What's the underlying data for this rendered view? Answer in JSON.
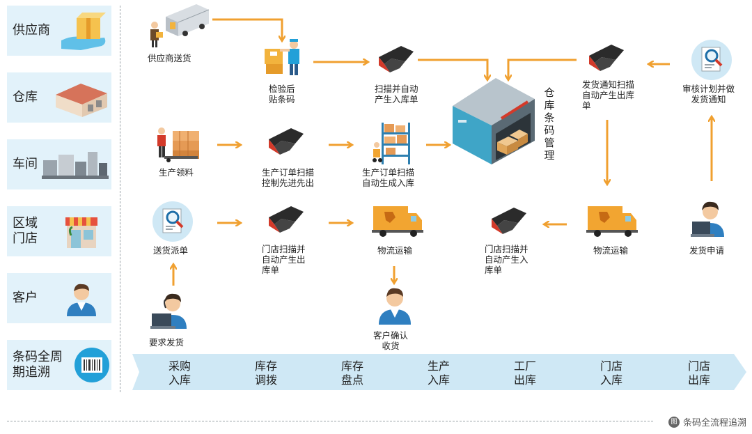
{
  "categories": [
    {
      "label": "供应商",
      "icon": "hand-box-icon"
    },
    {
      "label": "仓库",
      "icon": "warehouse-building-icon"
    },
    {
      "label": "车间",
      "icon": "factory-machinery-icon"
    },
    {
      "label": "区域\n门店",
      "icon": "storefront-icon"
    },
    {
      "label": "客户",
      "icon": "customer-person-icon"
    },
    {
      "label": "条码全周\n期追溯",
      "icon": "barcode-circle-icon"
    }
  ],
  "nodes": {
    "supplier_delivery": "供应商送货",
    "inspect_label": "检验后\n贴条码",
    "scan_inbound": "扫描并自动\n产生入库单",
    "warehouse_center": "仓\n库\n条\n码\n管\n理",
    "ship_notice_scan": "发货通知扫描\n自动产生出库\n单",
    "review_plan": "审核计划并做\n发货通知",
    "production_pick": "生产领料",
    "order_scan_fifo": "生产订单扫描\n控制先进先出",
    "order_scan_inbound": "生产订单扫描\n自动生成入库",
    "delivery_dispatch": "送货派单",
    "store_scan_outbound": "门店扫描并\n自动产生出\n库单",
    "logistics_left": "物流运输",
    "store_scan_inbound": "门店扫描并\n自动产生入\n库单",
    "logistics_right": "物流运输",
    "delivery_request": "发货申请",
    "request_delivery": "要求发货",
    "customer_confirm": "客户确认\n收货"
  },
  "process_steps": [
    "采购\n入库",
    "库存\n调拨",
    "库存\n盘点",
    "生产\n入库",
    "工厂\n出库",
    "门店\n入库",
    "门店\n出库"
  ],
  "footer": {
    "icon_glyph": "图",
    "text": "条码全流程追溯"
  },
  "colors": {
    "arrow": "#f0a030",
    "category_bg": "#e2f2fa",
    "chevron": "#cfe8f5",
    "scanner_red": "#d33a2a",
    "truck": "#f2a531"
  }
}
